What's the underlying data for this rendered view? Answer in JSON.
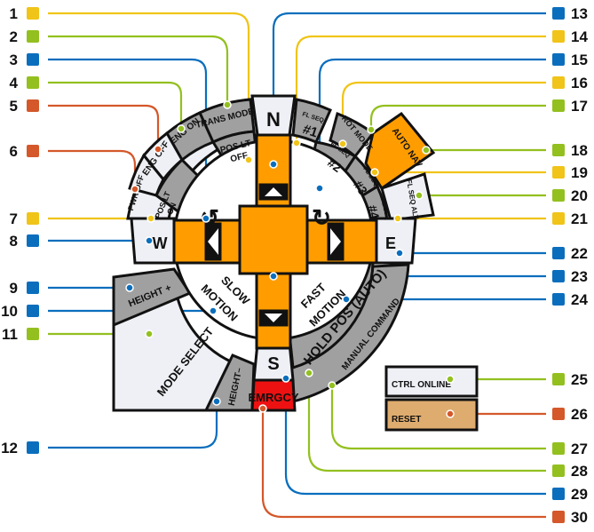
{
  "colors": {
    "yellow": "#f0c419",
    "green": "#93c01f",
    "blue": "#0a6ebd",
    "orange_red": "#d4582a",
    "control_orange": "#ff9d00",
    "gray": "#a0a0a0",
    "light": "#eef0f5",
    "emergency": "#ee1111",
    "reset_bg": "#deac6e"
  },
  "callouts_left": [
    {
      "num": "1",
      "color": "yellow"
    },
    {
      "num": "2",
      "color": "green"
    },
    {
      "num": "3",
      "color": "blue"
    },
    {
      "num": "4",
      "color": "green"
    },
    {
      "num": "5",
      "color": "orange_red"
    },
    {
      "num": "6",
      "color": "orange_red"
    },
    {
      "num": "7",
      "color": "yellow"
    },
    {
      "num": "8",
      "color": "blue"
    },
    {
      "num": "9",
      "color": "blue"
    },
    {
      "num": "10",
      "color": "blue"
    },
    {
      "num": "11",
      "color": "green"
    },
    {
      "num": "12",
      "color": "blue"
    }
  ],
  "callouts_right": [
    {
      "num": "13",
      "color": "blue"
    },
    {
      "num": "14",
      "color": "yellow"
    },
    {
      "num": "15",
      "color": "blue"
    },
    {
      "num": "16",
      "color": "yellow"
    },
    {
      "num": "17",
      "color": "green"
    },
    {
      "num": "18",
      "color": "green"
    },
    {
      "num": "19",
      "color": "yellow"
    },
    {
      "num": "20",
      "color": "green"
    },
    {
      "num": "21",
      "color": "yellow"
    },
    {
      "num": "22",
      "color": "blue"
    },
    {
      "num": "23",
      "color": "blue"
    },
    {
      "num": "24",
      "color": "blue"
    },
    {
      "num": "25",
      "color": "green"
    },
    {
      "num": "26",
      "color": "orange_red"
    },
    {
      "num": "27",
      "color": "green"
    },
    {
      "num": "28",
      "color": "green"
    },
    {
      "num": "29",
      "color": "blue"
    },
    {
      "num": "30",
      "color": "orange_red"
    }
  ],
  "controls": {
    "trans_mode": "TRANS MODE",
    "eng_on": "ENG ON",
    "eng_off": "ENG OFF",
    "pwr_off": "PWR OFF",
    "pos_lt_off_1": "POS LT",
    "pos_lt_off_2": "OFF",
    "pos_lt_on_1": "POS LT",
    "pos_lt_on_2": "ON",
    "north": "N",
    "south": "S",
    "east": "E",
    "west": "W",
    "fl_seq": "FL SEQ",
    "seq1": "#1",
    "seq2": "#2",
    "seq3": "#3",
    "seq4": "#4",
    "rot_mode": "ROT MODE",
    "auto_nav": "AUTO NAV",
    "fl_seq_alt": "FL SEQ ALT",
    "height_plus": "HEIGHT +",
    "height_minus": "HEIGHT–",
    "slow_1": "SLOW",
    "slow_2": "MOTION",
    "fast_1": "FAST",
    "fast_2": "MOTION",
    "mode_select": "MODE SELECT",
    "hold_pos": "HOLD POS (AUTO)",
    "manual_command": "MANUAL COMMAND",
    "emergency": "EMRGCY",
    "ctrl_online": "CTRL ONLINE",
    "reset": "RESET",
    "rotate_ccw_glyph": "↺",
    "rotate_cw_glyph": "↻"
  }
}
